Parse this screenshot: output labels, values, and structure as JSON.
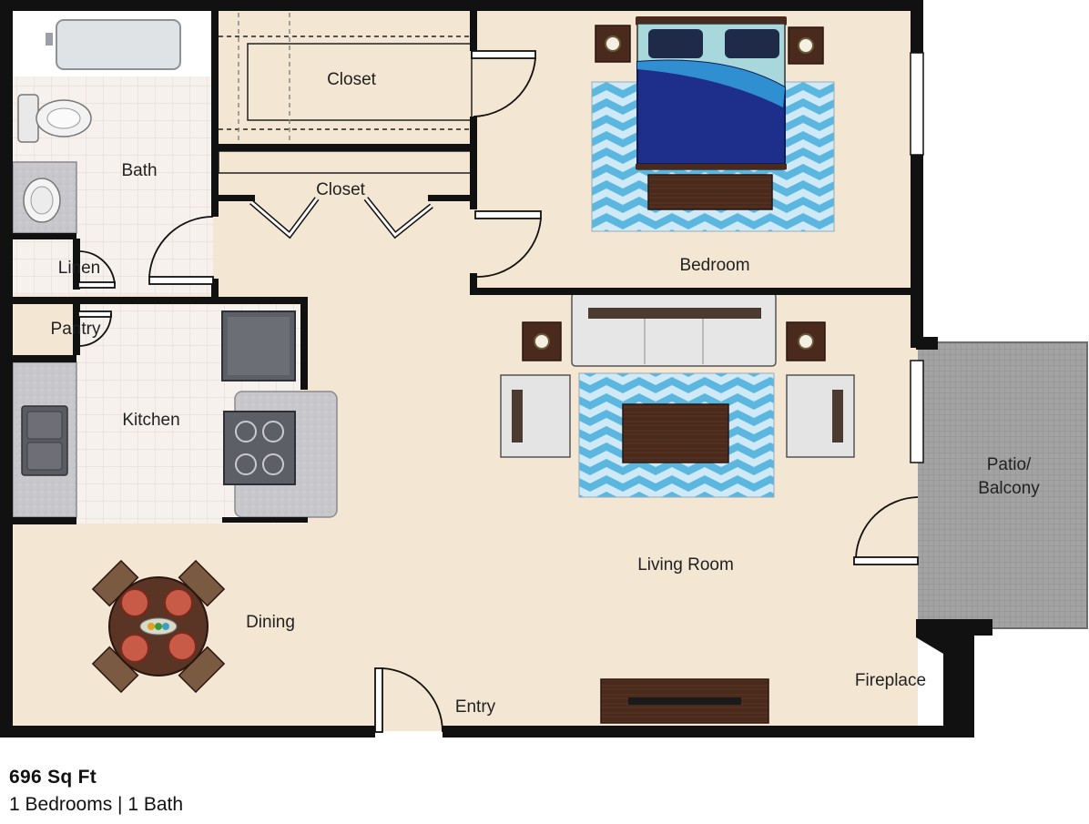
{
  "plan": {
    "rooms": {
      "bath": "Bath",
      "closet_top": "Closet",
      "closet_hall": "Closet",
      "bedroom": "Bedroom",
      "linen": "Linen",
      "pantry": "Pantry",
      "kitchen": "Kitchen",
      "living_room": "Living Room",
      "patio_line1": "Patio/",
      "patio_line2": "Balcony",
      "dining": "Dining",
      "entry": "Entry",
      "fireplace": "Fireplace"
    },
    "colors": {
      "floor": "#f3e6d2",
      "wall": "#111111",
      "tile": "#f6f0ec",
      "patio": "#9a9a9a",
      "rug_blue": "#5cb7e0",
      "wood": "#4a2a1c",
      "bed_navy": "#1d2f8a"
    }
  },
  "footer": {
    "area": "696 Sq Ft",
    "summary": "1 Bedrooms | 1 Bath"
  }
}
